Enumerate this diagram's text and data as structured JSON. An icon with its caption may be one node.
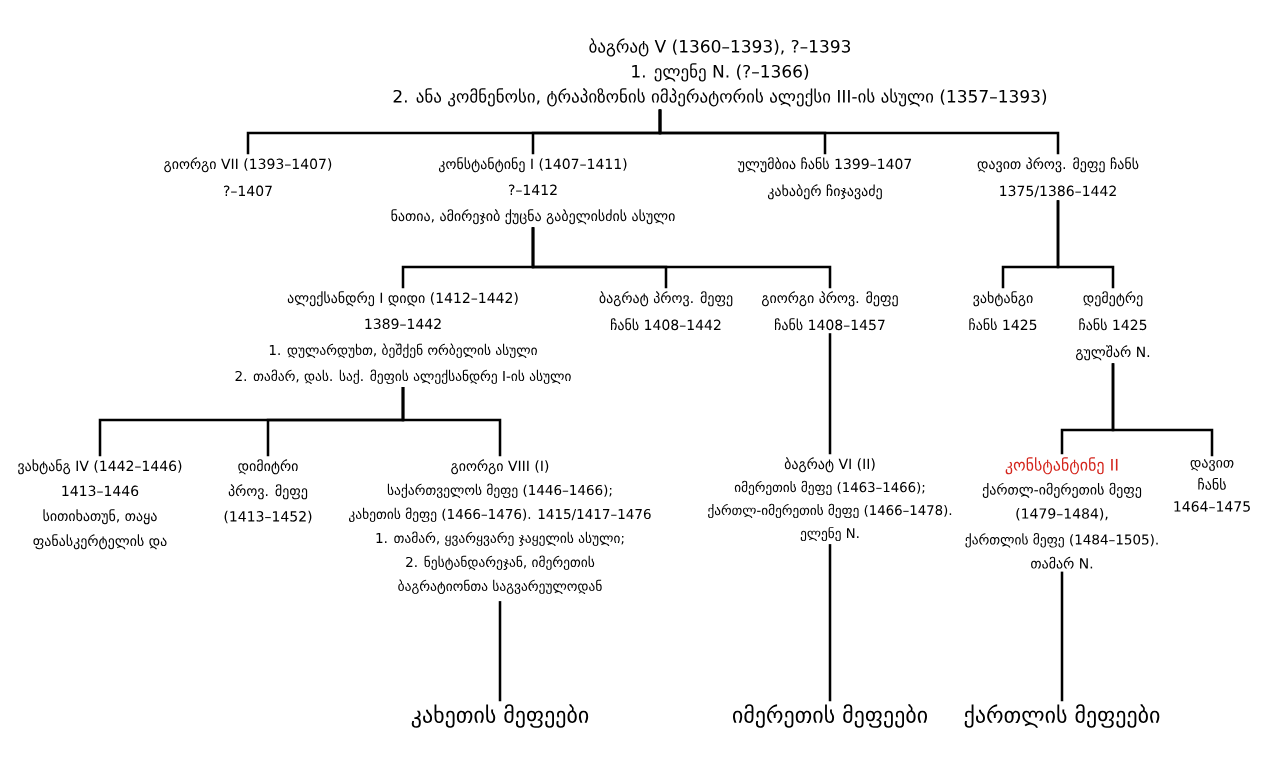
{
  "diagram": {
    "nodes": [
      {
        "text": [
          "ბაგრატ V (1360–1393), ?–1393",
          "1. ელენე N. (?–1366)",
          "2. ანა კომნენოსი, ტრაპიზონის იმპერატორის ალექსი III-ის ასული (1357–1393)"
        ]
      },
      {
        "text": [
          "გიორგი VII (1393–1407)",
          "?–1407"
        ]
      },
      {
        "text": [
          "კონსტანტინე I (1407–1411)",
          "?–1412",
          "ნათია, ამირეჯიბ ქუცნა გაბელისძის ასული"
        ]
      },
      {
        "text": [
          "ულუმბია ჩანს 1399–1407",
          "კახაბერ ჩიჯავაძე"
        ]
      },
      {
        "text": [
          "დავით პროვ. მეფე ჩანს",
          "1375/1386–1442"
        ]
      },
      {
        "text": [
          "ალექსანდრე I დიდი (1412–1442)",
          "1389–1442",
          "1. დულარდუხთ, ბეშქენ ორბელის ასული",
          "2. თამარ, დას. საქ. მეფის ალექსანდრე I-ის ასული"
        ]
      },
      {
        "text": [
          "ბაგრატ პროვ. მეფე",
          "ჩანს 1408–1442"
        ]
      },
      {
        "text": [
          "გიორგი პროვ. მეფე",
          "ჩანს 1408–1457"
        ]
      },
      {
        "text": [
          "ვახტანგი",
          "ჩანს 1425"
        ]
      },
      {
        "text": [
          "დემეტრე",
          "ჩანს 1425",
          "გულშარ N."
        ]
      },
      {
        "text": [
          "ვახტანგ IV (1442–1446)",
          "1413–1446",
          "სითიხათუნ, თაყა ფანასკერტელის და"
        ]
      },
      {
        "text": [
          "დიმიტრი პროვ. მეფე",
          "(1413–1452)"
        ]
      },
      {
        "text": [
          "გიორგი VIII (I)",
          "საქართველოს მეფე (1446–1466);",
          "კახეთის მეფე (1466–1476). 1415/1417–1476",
          "1. თამარ, ყვარყვარე ჯაყელის ასული;",
          "2. ნესტანდარეჯან, იმერეთის ბაგრატიონთა საგვარეულოდან"
        ]
      },
      {
        "text": [
          "ბაგრატ VI (II)",
          "იმერეთის მეფე (1463–1466);",
          "ქართლ-იმერეთის მეფე (1466–1478).",
          "ელენე N."
        ]
      },
      {
        "text": [
          "კონსტანტინე II",
          "ქართლ-იმერეთის მეფე (1479–1484),",
          "ქართლის მეფე (1484–1505).",
          "თამარ N."
        ]
      },
      {
        "text": [
          "დავით",
          "ჩანს 1464–1475"
        ]
      },
      {
        "text": [
          "კახეთის მეფეები"
        ]
      },
      {
        "text": [
          "იმერეთის მეფეები"
        ]
      },
      {
        "text": [
          "ქართლის მეფეები"
        ]
      }
    ],
    "edges": [
      {
        "from": 0,
        "to": 1,
        "arrow": "none"
      },
      {
        "from": 0,
        "to": 2,
        "arrow": "none"
      },
      {
        "from": 0,
        "to": 3,
        "arrow": "none"
      },
      {
        "from": 0,
        "to": 4,
        "arrow": "none"
      },
      {
        "from": 2,
        "to": 5,
        "arrow": "none"
      },
      {
        "from": 2,
        "to": 6,
        "arrow": "none"
      },
      {
        "from": 2,
        "to": 7,
        "arrow": "none"
      },
      {
        "from": 4,
        "to": 8,
        "arrow": "none"
      },
      {
        "from": 4,
        "to": 9,
        "arrow": "none"
      },
      {
        "from": 5,
        "to": 10,
        "arrow": "none"
      },
      {
        "from": 5,
        "to": 11,
        "arrow": "none"
      },
      {
        "from": 5,
        "to": 12,
        "arrow": "none"
      },
      {
        "from": 7,
        "to": 13,
        "arrow": "none"
      },
      {
        "from": 9,
        "to": 14,
        "arrow": "none"
      },
      {
        "from": 9,
        "to": 15,
        "arrow": "none"
      },
      {
        "from": 12,
        "to": 16,
        "arrow": "none"
      },
      {
        "from": 13,
        "to": 17,
        "arrow": "none"
      },
      {
        "from": 14,
        "to": 18,
        "arrow": "none"
      }
    ]
  }
}
